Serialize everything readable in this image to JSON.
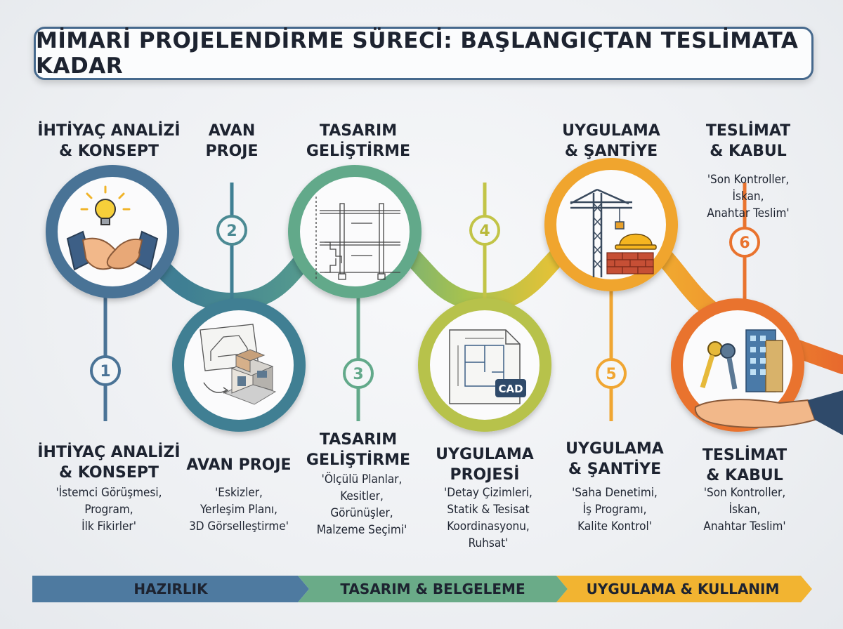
{
  "title": "MİMARİ PROJELENDİRME SÜRECİ: BAŞLANGIÇTAN TESLİMATA KADAR",
  "top_heads": {
    "s1": "İHTİYAÇ ANALİZİ\n& KONSEPT",
    "s2": "AVAN\nPROJE",
    "s3": "TASARIM\nGELİŞTİRME",
    "s5": "UYGULAMA\n& ŞANTİYE",
    "s6": "TESLİMAT\n& KABUL",
    "s6_sub": "'Son Kontroller,\nİskan,\nAnahtar Teslim'"
  },
  "steps": [
    {
      "number": "1",
      "title": "İHTİYAÇ ANALİZİ\n& KONSEPT",
      "desc": "'İstemci Görüşmesi,\nProgram,\nİlk Fikirler'",
      "color": "#4a7396"
    },
    {
      "number": "2",
      "title": "AVAN PROJE",
      "desc": "'Eskizler,\nYerleşim Planı,\n3D Görselleştirme'",
      "color": "#4b8a93"
    },
    {
      "number": "3",
      "title": "TASARIM\nGELİŞTİRME",
      "desc": "'Ölçülü Planlar,\nKesitler,\nGörünüşler,\nMalzeme Seçimi'",
      "color": "#62a98a"
    },
    {
      "number": "4",
      "title": "UYGULAMA\nPROJESİ",
      "desc": "'Detay Çizimleri,\nStatik & Tesisat\nKoordinasyonu,\nRuhsat'",
      "color": "#b8c24a"
    },
    {
      "number": "5",
      "title": "UYGULAMA\n& ŞANTİYE",
      "desc": "'Saha Denetimi,\nİş Programı,\nKalite Kontrol'",
      "color": "#f0a632"
    },
    {
      "number": "6",
      "title": "TESLİMAT\n& KABUL",
      "desc": "'Son Kontroller,\nİskan,\nAnahtar Teslim'",
      "color": "#e9732e"
    }
  ],
  "icons": {
    "c1": "handshake-lightbulb-icon",
    "c2": "sketch-house-icon",
    "c3": "section-drawing-icon",
    "c4": "cad-plan-icon",
    "c5": "crane-helmet-bricks-icon",
    "c6": "keys-building-hand-icon",
    "cad_label": "CAD"
  },
  "phases": [
    {
      "label": "HAZIRLIK",
      "color": "#4e7aa0"
    },
    {
      "label": "TASARIM & BELGELEME",
      "color": "#6aab88"
    },
    {
      "label": "UYGULAMA & KULLANIM",
      "color": "#f2b431"
    }
  ]
}
